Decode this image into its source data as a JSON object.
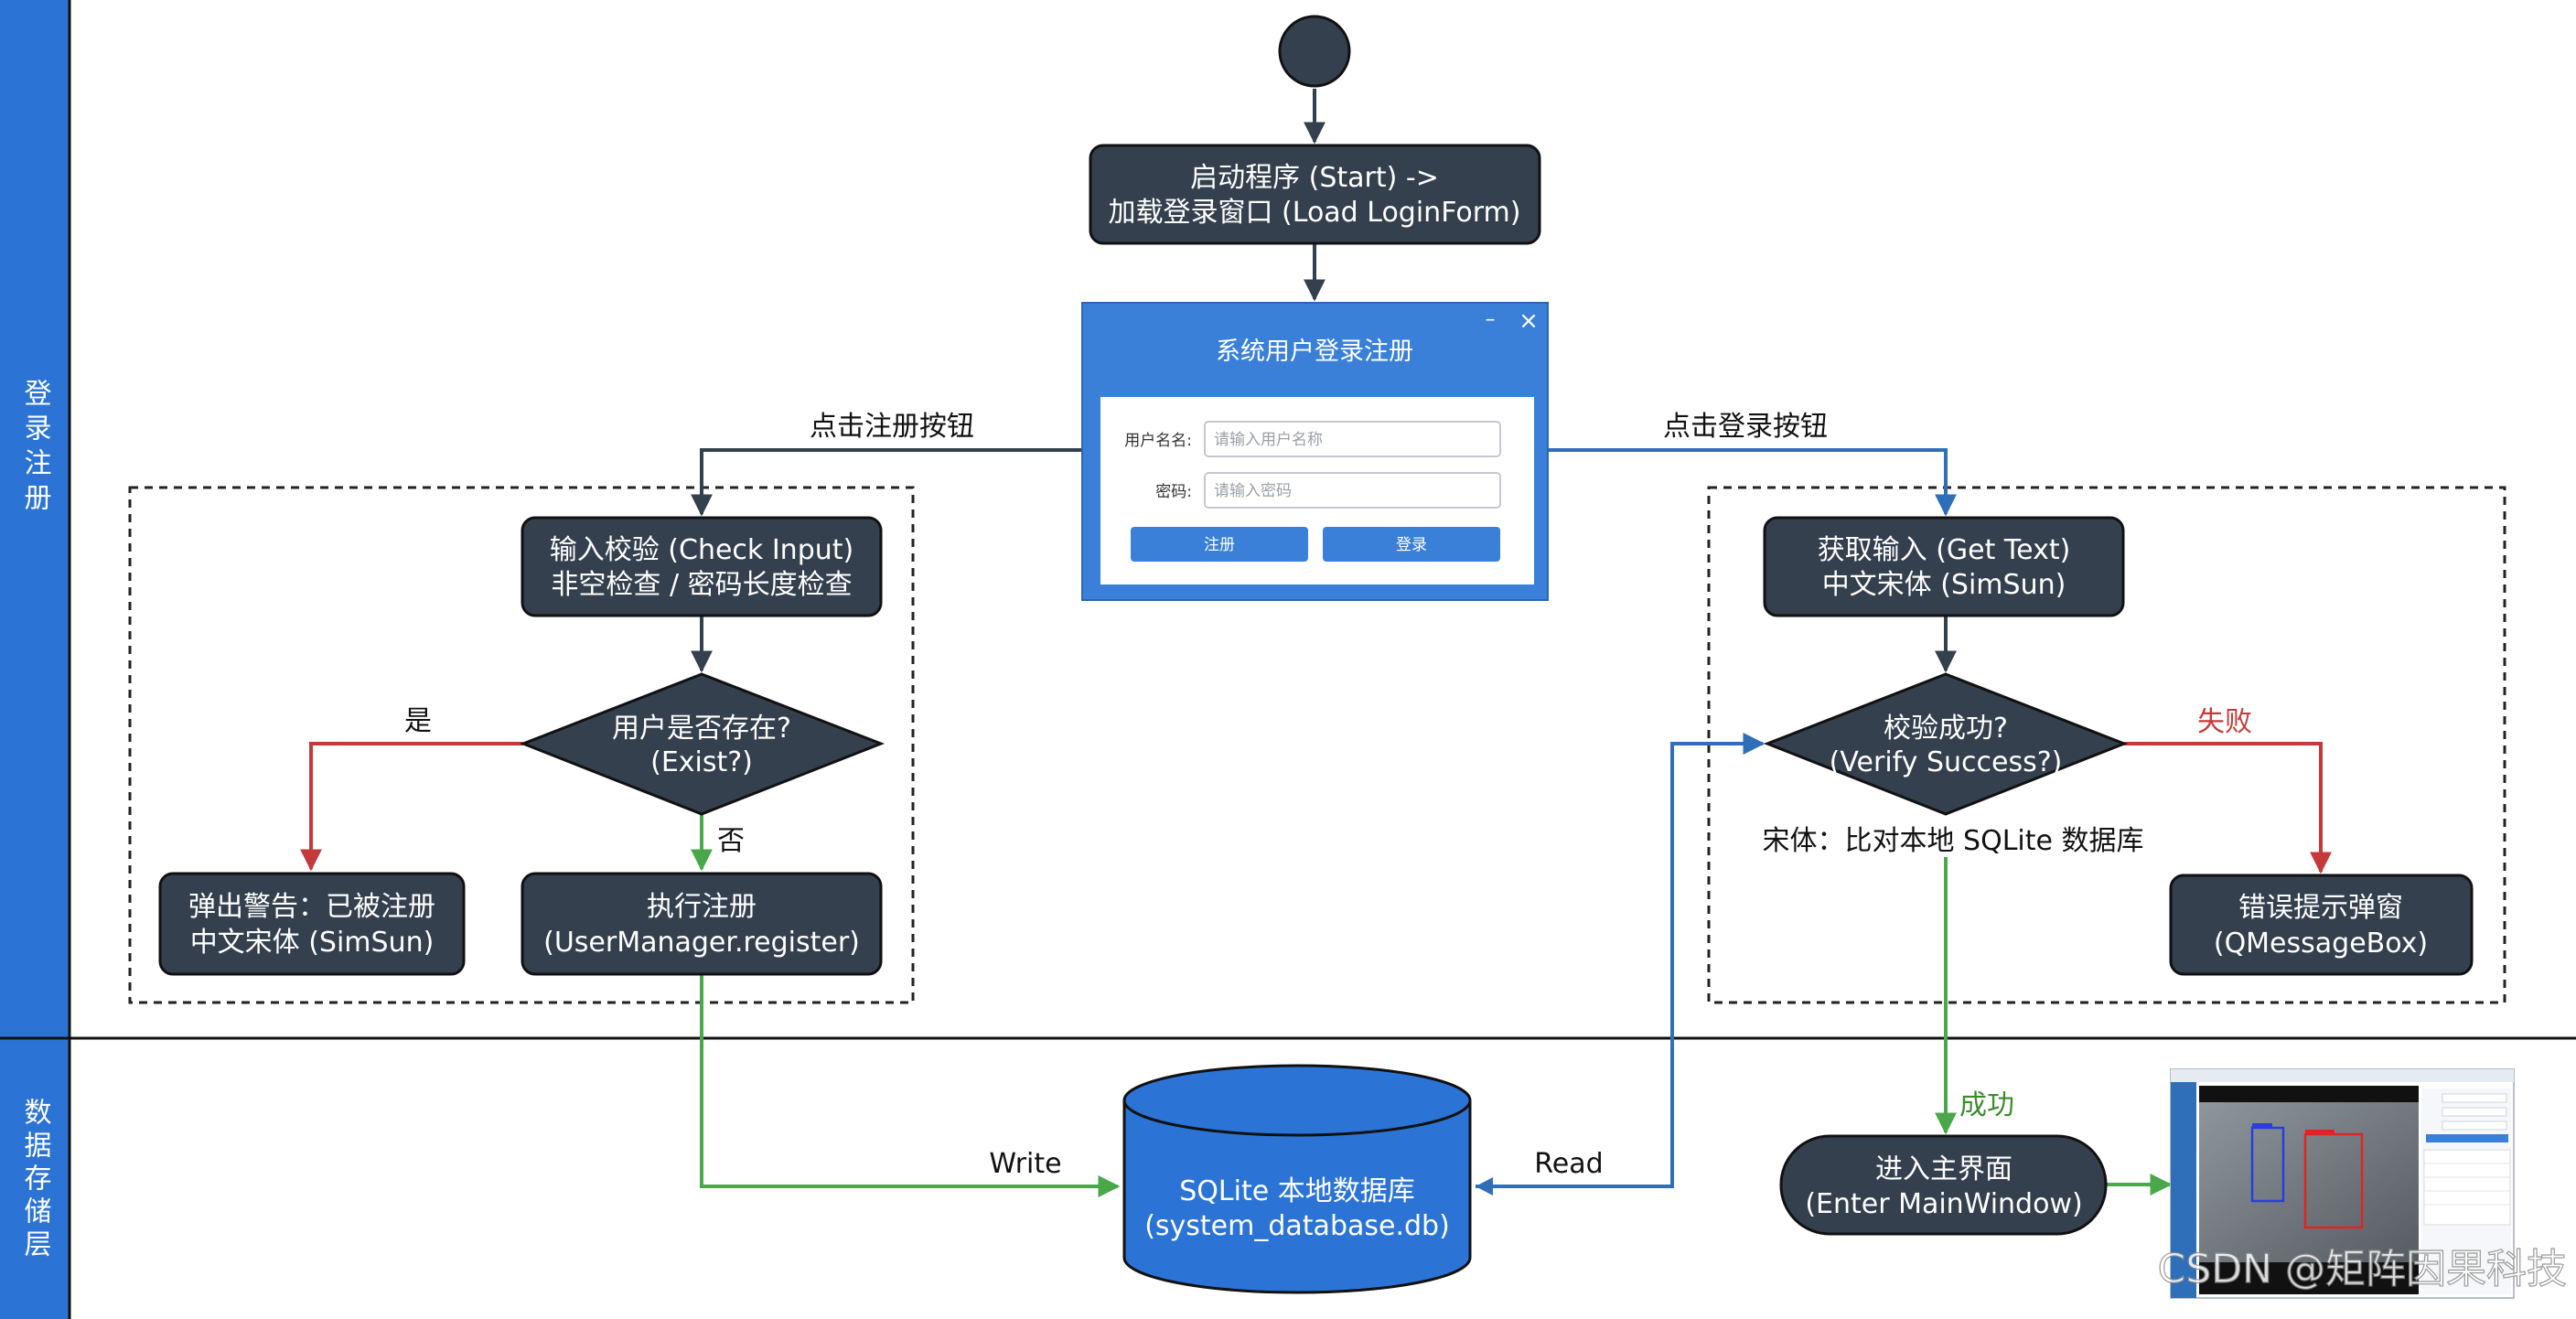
{
  "swimlanes": [
    {
      "label": "登录注册"
    },
    {
      "label": "数据存储层"
    }
  ],
  "nodes": {
    "start": {
      "label": ""
    },
    "load_login": {
      "line1": "启动程序 (Start) ->",
      "line2": "加载登录窗口 (Load LoginForm)"
    },
    "check_input": {
      "line1": "输入校验 (Check Input)",
      "line2": "非空检查 / 密码长度检查"
    },
    "user_exists": {
      "line1": "用户是否存在?",
      "line2": "(Exist?)"
    },
    "warn_registered": {
      "line1": "弹出警告：已被注册",
      "line2": "中文宋体 (SimSun)"
    },
    "do_register": {
      "line1": "执行注册",
      "line2": "(UserManager.register)"
    },
    "get_text": {
      "line1": "获取输入 (Get Text)",
      "line2": "中文宋体 (SimSun)"
    },
    "verify": {
      "line1": "校验成功?",
      "line2": "(Verify Success?)"
    },
    "error_popup": {
      "line1": "错误提示弹窗",
      "line2": "(QMessageBox)"
    },
    "database": {
      "line1": "SQLite 本地数据库",
      "line2": "(system_database.db)"
    },
    "main_window": {
      "line1": "进入主界面",
      "line2": "(Enter MainWindow)"
    }
  },
  "edge_labels": {
    "click_register": "点击注册按钮",
    "click_login": "点击登录按钮",
    "yes": "是",
    "no": "否",
    "fail": "失败",
    "compare_db": "宋体：比对本地 SQLite 数据库",
    "success": "成功",
    "write": "Write",
    "read": "Read"
  },
  "login_window": {
    "title": "系统用户登录注册",
    "minimize": "–",
    "close": "×",
    "username_label": "用户名名:",
    "username_placeholder": "请输入用户名称",
    "password_label": "密码:",
    "password_placeholder": "请输入密码",
    "register_button": "注册",
    "login_button": "登录"
  },
  "watermark": "CSDN @矩阵因果科技",
  "colors": {
    "lane_bar": "#2b74d6",
    "node_fill": "#34404e",
    "window_blue": "#3a80d8",
    "edge_blue": "#2f6fba",
    "edge_green": "#4aa84a",
    "edge_red": "#c43a3a",
    "fail_text": "#c43a3a",
    "success_text": "#3c8c2c"
  }
}
